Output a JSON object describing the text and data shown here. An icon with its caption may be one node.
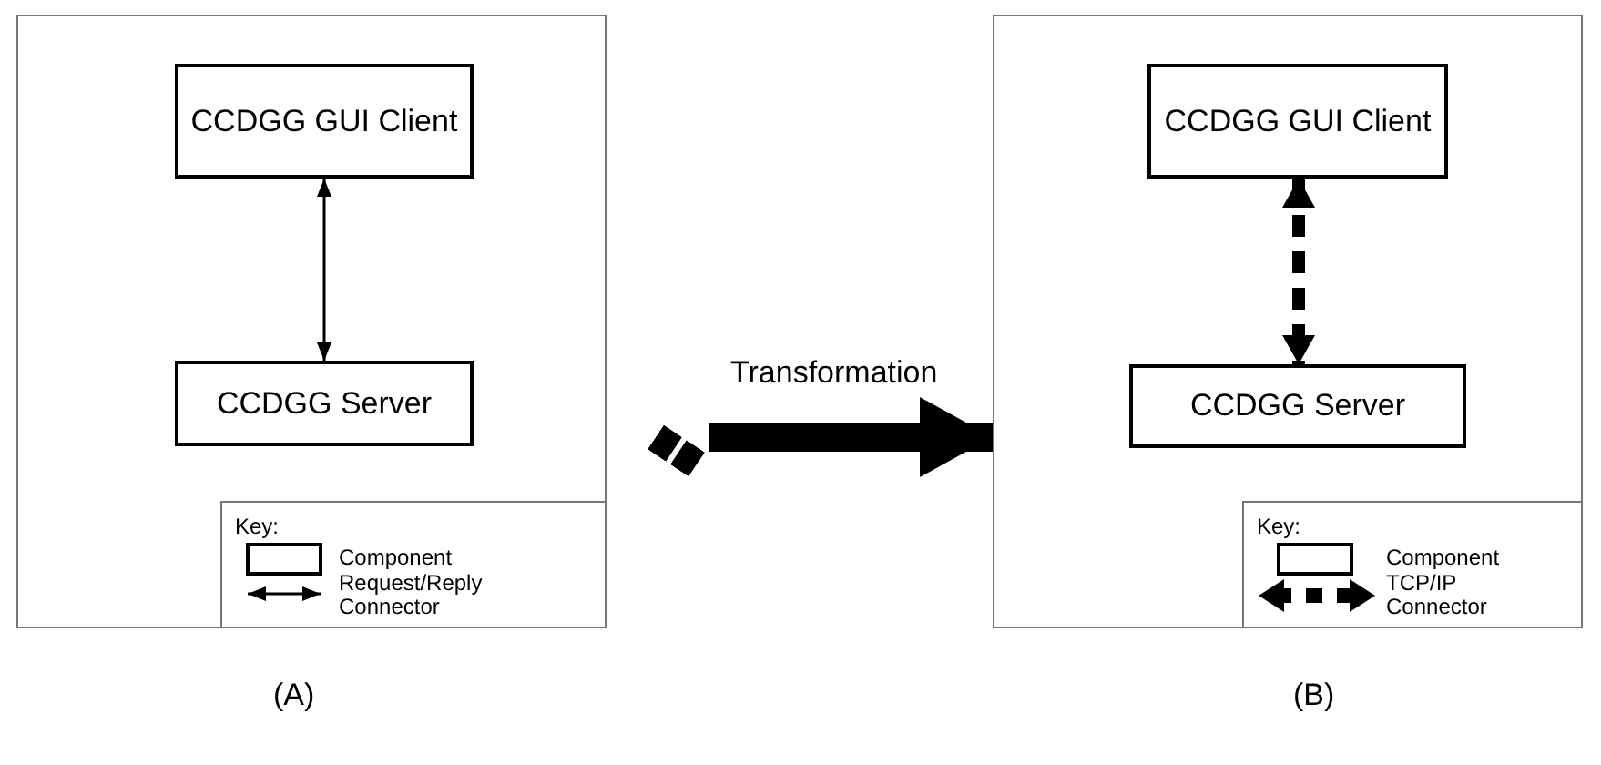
{
  "diagram": {
    "nodes": [
      {
        "text": [],
        "shape": "box",
        "beside": [
          "(A)"
        ]
      },
      {
        "text": [
          "CCDGG GUI Client"
        ],
        "in": 0
      },
      {
        "text": [
          "CCDGG Server"
        ],
        "in": 0
      },
      {
        "text": [
          "Key:"
        ],
        "in": 0
      },
      {
        "text": [],
        "shape": "box",
        "beside": [
          "(B)"
        ]
      },
      {
        "text": [
          "CCDGG GUI Client"
        ],
        "in": 4
      },
      {
        "text": [
          "CCDGG Server"
        ],
        "in": 4
      },
      {
        "text": [
          "Key:"
        ],
        "in": 4
      }
    ],
    "edges": [
      {
        "from": 1,
        "to": 2,
        "arrow": "both"
      },
      {
        "from": 0,
        "to": 4,
        "arrow": "to",
        "label": "Transformation",
        "style": "thick"
      },
      {
        "from": 5,
        "to": 6,
        "arrow": "both",
        "style": "dashed"
      }
    ],
    "legend": [
      {
        "text": "Component"
      },
      {
        "text": "Request/Reply Connector"
      },
      {
        "text": "Component"
      },
      {
        "text": "TCP/IP Connector"
      }
    ]
  }
}
